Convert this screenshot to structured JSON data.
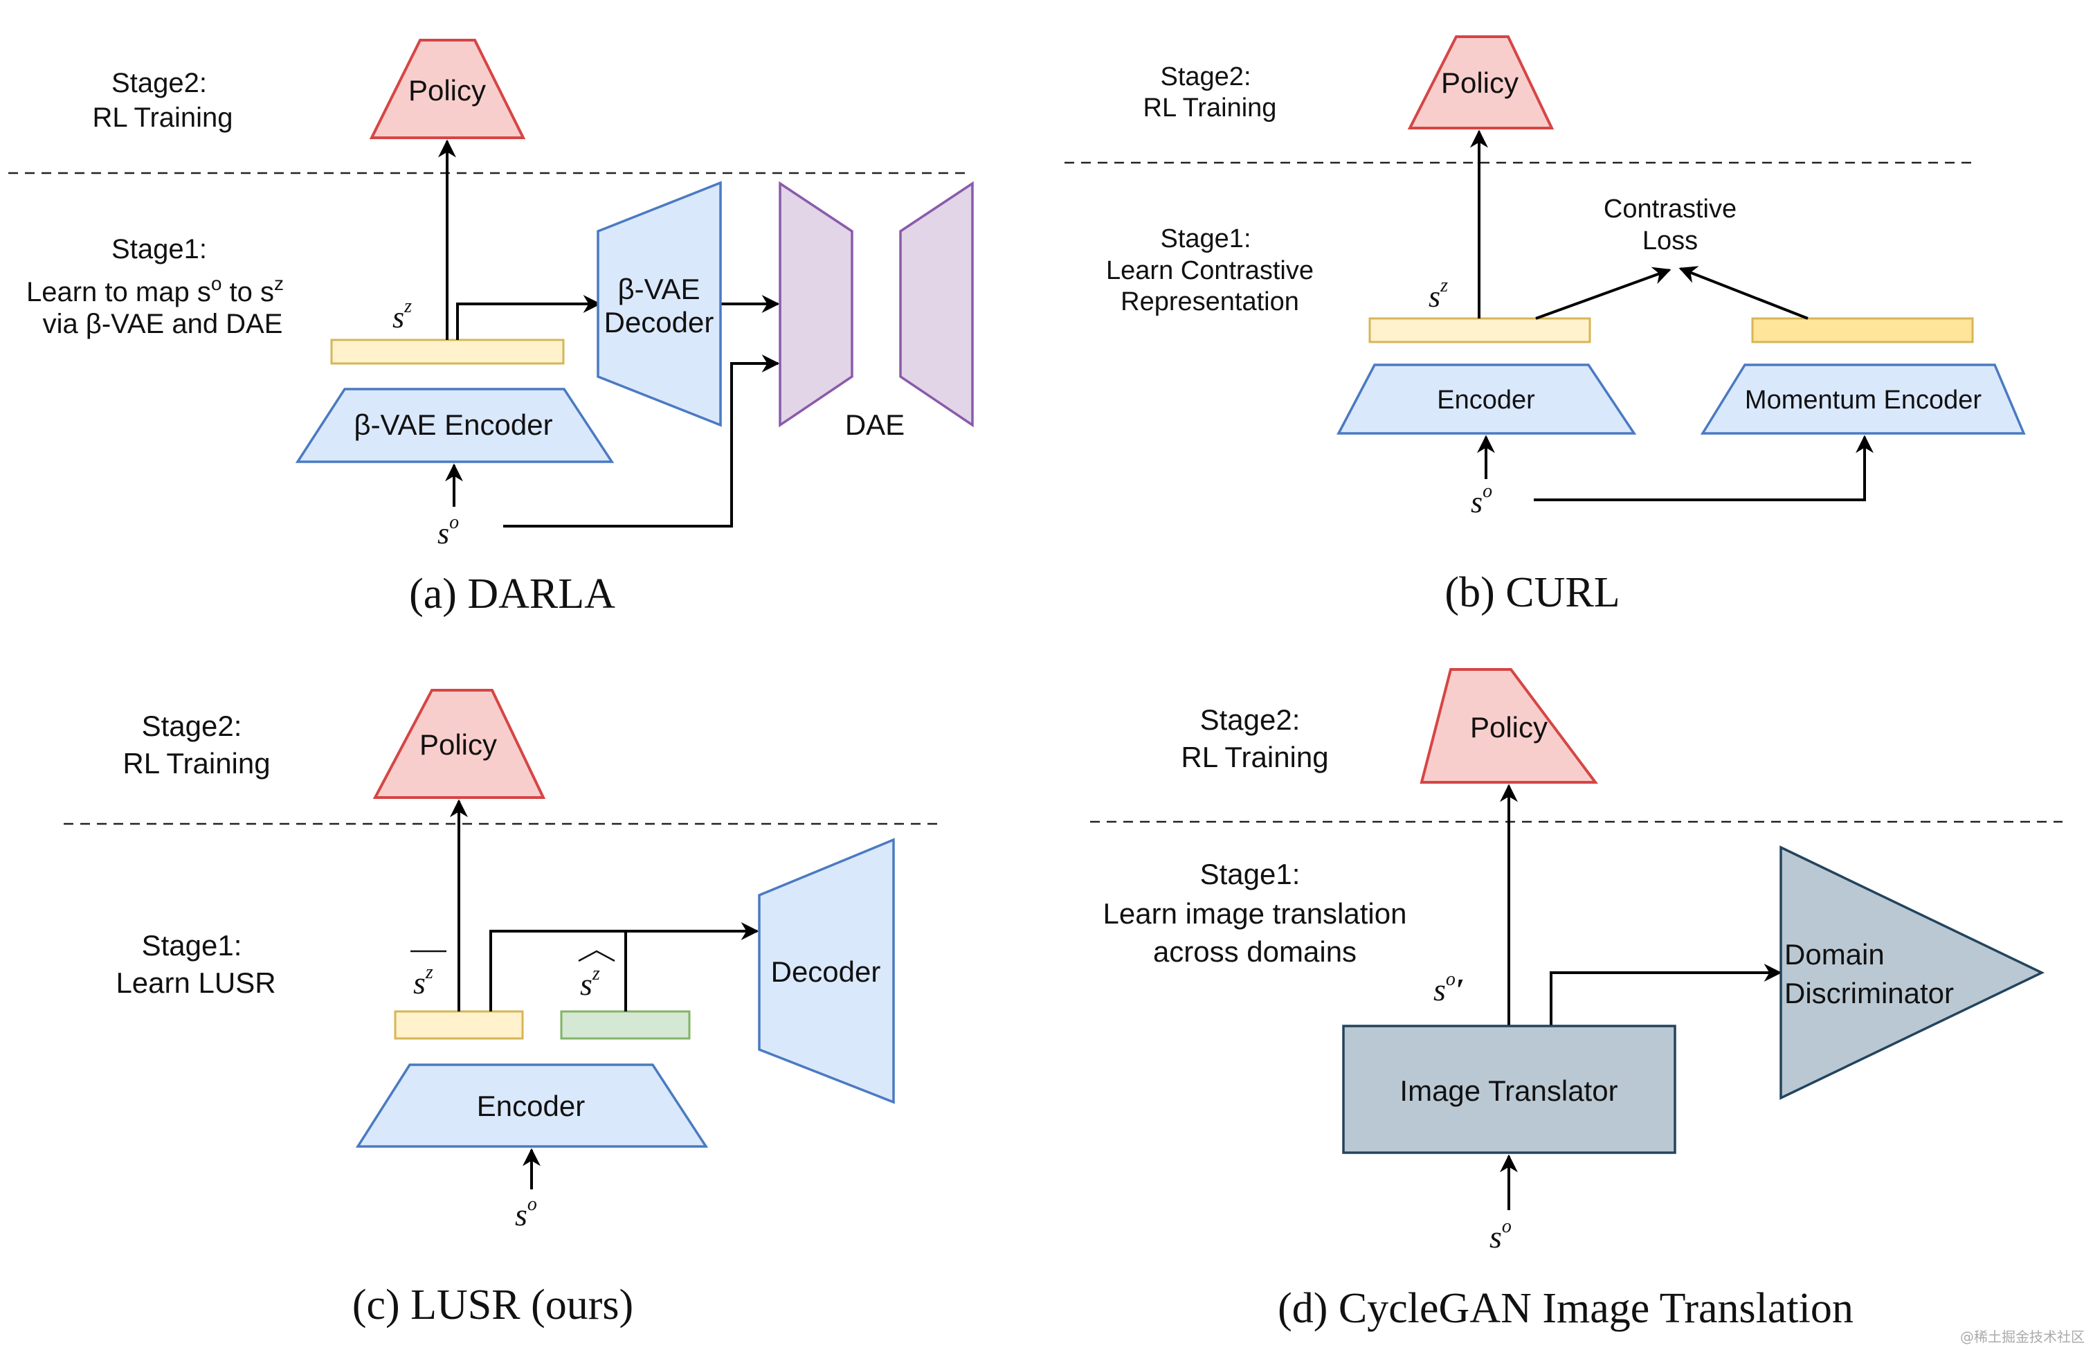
{
  "panels": {
    "a": {
      "caption": "(a) DARLA",
      "stage2_line1": "Stage2:",
      "stage2_line2": "RL Training",
      "stage1_line1": "Stage1:",
      "stage1_line2": "Learn to map s",
      "stage1_line2_sup1": "o",
      "stage1_line2_mid": " to s",
      "stage1_line2_sup2": "z",
      "stage1_line3": "via β-VAE  and DAE",
      "policy": "Policy",
      "encoder": "β-VAE Encoder",
      "decoder_line1": "β-VAE",
      "decoder_line2": "Decoder",
      "dae": "DAE",
      "latent_base": "s",
      "latent_sup": "z",
      "input_base": "s",
      "input_sup": "o"
    },
    "b": {
      "caption": "(b) CURL",
      "stage2_line1": "Stage2:",
      "stage2_line2": "RL Training",
      "stage1_line1": "Stage1:",
      "stage1_line2": "Learn Contrastive",
      "stage1_line3": "Representation",
      "policy": "Policy",
      "loss_line1": "Contrastive",
      "loss_line2": "Loss",
      "encoder": "Encoder",
      "momentum_encoder": "Momentum Encoder",
      "latent_base": "s",
      "latent_sup": "z",
      "input_base": "s",
      "input_sup": "o"
    },
    "c": {
      "caption": "(c) LUSR (ours)",
      "stage2_line1": "Stage2:",
      "stage2_line2": "RL Training",
      "stage1_line1": "Stage1:",
      "stage1_line2": "Learn LUSR",
      "policy": "Policy",
      "encoder": "Encoder",
      "decoder": "Decoder",
      "latent_bar_base": "s",
      "latent_bar_sup": "z",
      "latent_hat_base": "s",
      "latent_hat_sup": "z",
      "input_base": "s",
      "input_sup": "o"
    },
    "d": {
      "caption": "(d) CycleGAN Image Translation",
      "stage2_line1": "Stage2:",
      "stage2_line2": "RL Training",
      "stage1_line1": "Stage1:",
      "stage1_line2": "Learn image translation",
      "stage1_line3": "across domains",
      "policy": "Policy",
      "translator": "Image Translator",
      "discriminator_line1": "Domain",
      "discriminator_line2": "Discriminator",
      "translated_base": "s",
      "translated_sup": "o",
      "translated_prime": "′",
      "input_base": "s",
      "input_sup": "o"
    }
  },
  "watermark": "@稀土掘金技术社区",
  "colors": {
    "policy_fill": "#f8cecc",
    "policy_stroke": "#d64545",
    "network_fill": "#dae8fc",
    "network_stroke": "#4a7ac2",
    "dae_fill": "#e1d5e7",
    "dae_stroke": "#8a5aab",
    "latent_fill": "#fff2cc",
    "latent_alt_fill": "#ffe599",
    "latent_green_fill": "#d5e8d4",
    "translator_fill": "#bac8d3",
    "translator_stroke": "#23445d"
  }
}
